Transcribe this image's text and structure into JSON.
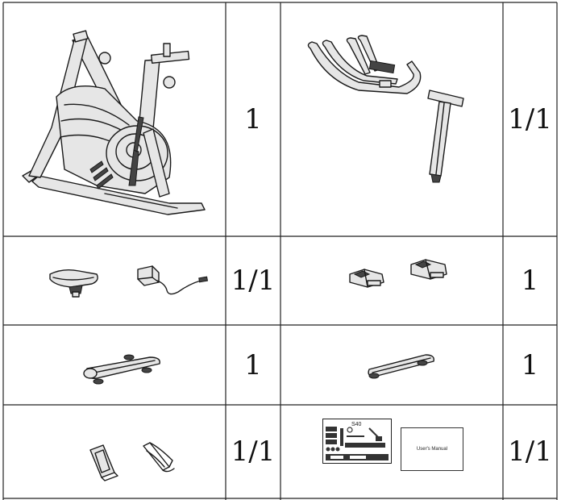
{
  "rows": [
    {
      "left_qty": "1",
      "right_qty": "1/1"
    },
    {
      "left_qty": "1/1",
      "right_qty": "1"
    },
    {
      "left_qty": "1",
      "right_qty": "1"
    },
    {
      "left_qty": "1/1",
      "right_qty": "1/1"
    }
  ],
  "items": {
    "bike_frame": "bike-frame-icon",
    "handlebar_seatpost": "handlebar-and-seatpost-icon",
    "saddle": "saddle-icon",
    "adapter": "power-adapter-icon",
    "pedals": "pedals-icon",
    "front_stabilizer": "front-stabilizer-icon",
    "rear_stabilizer": "rear-stabilizer-icon",
    "phone_holder": "phone-holder-icon",
    "bottle_cage": "bottle-cage-icon",
    "tool_kit": "tool-kit-icon",
    "manual": "users-manual-icon"
  },
  "tool_kit_label": "S40",
  "manual_label": "User's Manual"
}
